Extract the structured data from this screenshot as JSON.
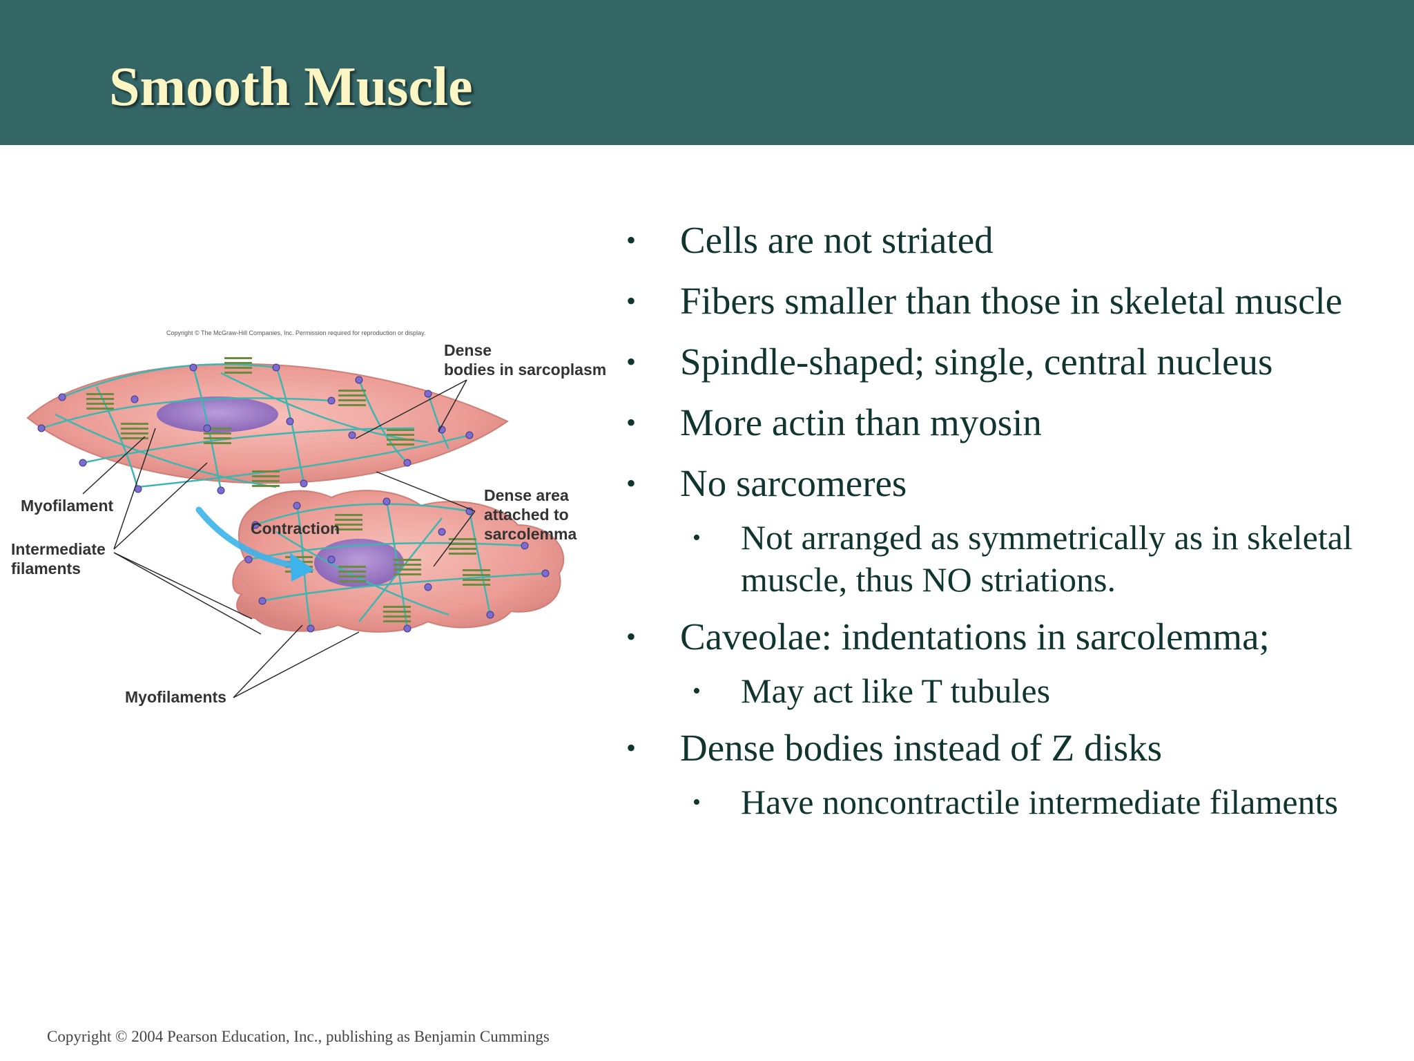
{
  "slide": {
    "title": "Smooth Muscle",
    "footer": "Copyright © 2004 Pearson Education, Inc., publishing as Benjamin Cummings"
  },
  "figure": {
    "copyright": "Copyright © The McGraw-Hill Companies, Inc. Permission required for reproduction or display.",
    "labels": {
      "dense_bodies_1": "Dense",
      "dense_bodies_2": "bodies in sarcoplasm",
      "myofilament": "Myofilament",
      "intermediate_1": "Intermediate",
      "intermediate_2": "filaments",
      "contraction": "Contraction",
      "dense_area_1": "Dense area",
      "dense_area_2": "attached to",
      "dense_area_3": "sarcolemma",
      "myofilaments": "Myofilaments"
    },
    "colors": {
      "cell": "#eb9b94",
      "nucleus": "#8b6bc2",
      "filament": "#3fb5b0",
      "myosin": "#6b8c3e",
      "dense_body": "#7d6bd0",
      "arrow": "#3cb3ea"
    }
  },
  "bullets": [
    {
      "text": "Cells are not striated"
    },
    {
      "text": "Fibers smaller than those in skeletal muscle"
    },
    {
      "text": "Spindle-shaped; single, central nucleus"
    },
    {
      "text": "More actin than myosin"
    },
    {
      "text": "No sarcomeres",
      "sub": [
        "Not arranged as symmetrically as in skeletal muscle, thus NO striations."
      ]
    },
    {
      "text": "Caveolae: indentations in sarcolemma;",
      "sub": [
        "May act like T tubules"
      ]
    },
    {
      "text": "Dense bodies instead of Z disks",
      "sub": [
        "Have noncontractile intermediate filaments"
      ]
    }
  ],
  "theme": {
    "header_bg": "#356666",
    "title_color": "#fbf6c4",
    "text_color": "#10342e"
  }
}
